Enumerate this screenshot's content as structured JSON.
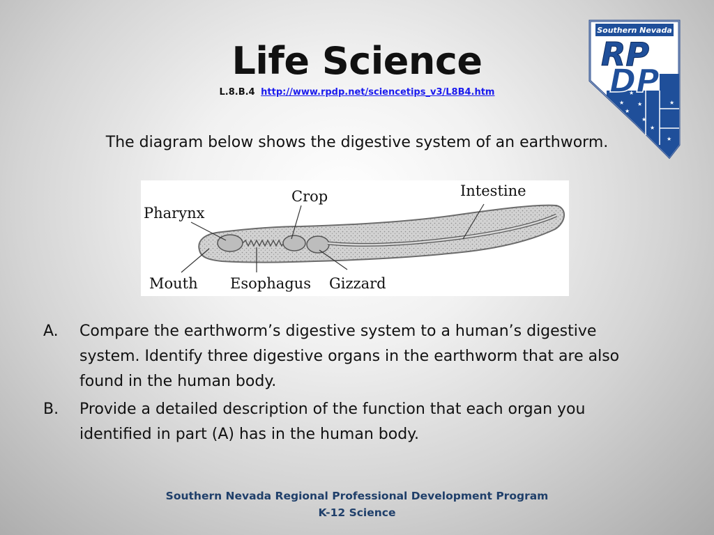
{
  "slide": {
    "title": "Life Science",
    "standard_code": "L.8.B.4",
    "standard_link": "http://www.rpdp.net/sciencetips_v3/L8B4.htm",
    "intro": "The diagram below shows the digestive system of an earthworm."
  },
  "logo": {
    "top_text": "Southern Nevada",
    "line1": "RP",
    "line2": "DP"
  },
  "diagram": {
    "labels": {
      "pharynx": "Pharynx",
      "crop": "Crop",
      "intestine": "Intestine",
      "mouth": "Mouth",
      "esophagus": "Esophagus",
      "gizzard": "Gizzard"
    }
  },
  "questions": [
    {
      "letter": "A.",
      "text": "Compare the earthworm’s digestive system to a human’s digestive system. Identify three digestive organs in the earthworm that are also found in the human body."
    },
    {
      "letter": "B.",
      "text": "Provide a detailed description of the function that each organ you identified in part (A) has in the human body."
    }
  ],
  "footer": {
    "line1": "Southern Nevada Regional Professional Development Program",
    "line2": "K-12 Science"
  },
  "colors": {
    "footer_text": "#1f3f6a",
    "logo_blue": "#1f4f9a",
    "link": "#1a1aee"
  }
}
